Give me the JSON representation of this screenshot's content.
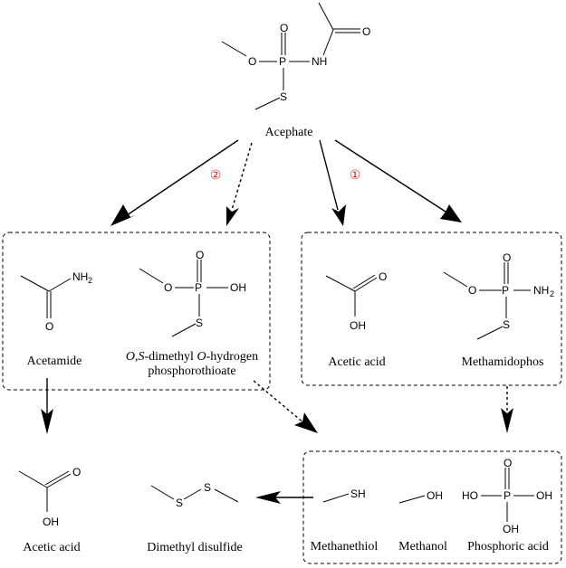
{
  "diagram": {
    "type": "chemical-degradation-pathway",
    "parent": {
      "name": "Acephate",
      "atoms": {
        "o_ester": "O",
        "p": "P",
        "o_double": "O",
        "nh": "NH",
        "s": "S",
        "o_carbonyl": "O"
      }
    },
    "pathway_markers": {
      "path1": "①",
      "path2": "②",
      "color": "#e02020"
    },
    "groups": {
      "path2_products": {
        "compounds": [
          {
            "name": "Acetamide",
            "atoms": {
              "nh2": "NH",
              "nh2_sub": "2",
              "o": "O"
            }
          },
          {
            "name_parts": [
              "O",
              ",",
              "S",
              "-dimethyl ",
              "O",
              "-hydrogen"
            ],
            "name_line2": "phosphorothioate",
            "atoms": {
              "o_ester": "O",
              "p": "P",
              "oh": "OH",
              "o_double": "O",
              "s": "S"
            }
          }
        ]
      },
      "path1_products": {
        "compounds": [
          {
            "name": "Acetic acid",
            "atoms": {
              "o": "O",
              "oh": "OH"
            }
          },
          {
            "name": "Methamidophos",
            "atoms": {
              "o_ester": "O",
              "p": "P",
              "nh2": "NH",
              "nh2_sub": "2",
              "o_double": "O",
              "s": "S"
            }
          }
        ]
      },
      "final_products": {
        "compounds": [
          {
            "name": "Methanethiol",
            "atoms": {
              "sh": "SH"
            }
          },
          {
            "name": "Methanol",
            "atoms": {
              "oh": "OH"
            }
          },
          {
            "name": "Phosphoric acid",
            "atoms": {
              "ho": "HO",
              "p": "P",
              "oh_right": "OH",
              "oh_bottom": "OH",
              "o_double": "O"
            }
          }
        ]
      }
    },
    "standalone": [
      {
        "name": "Acetic acid",
        "atoms": {
          "o": "O",
          "oh": "OH"
        }
      },
      {
        "name": "Dimethyl disulfide",
        "atoms": {
          "s1": "S",
          "s2": "S"
        }
      }
    ],
    "edges": [
      {
        "from": "Acephate",
        "to": "Acetamide",
        "style": "solid",
        "pathway": "2"
      },
      {
        "from": "Acephate",
        "to": "O,S-dimethyl O-hydrogen phosphorothioate",
        "style": "dotted",
        "pathway": "2"
      },
      {
        "from": "Acephate",
        "to": "Acetic acid",
        "style": "solid",
        "pathway": "1"
      },
      {
        "from": "Acephate",
        "to": "Methamidophos",
        "style": "solid",
        "pathway": "1"
      },
      {
        "from": "Acetamide",
        "to": "Acetic acid",
        "style": "solid"
      },
      {
        "from": "O,S-dimethyl O-hydrogen phosphorothioate",
        "to": "final_products",
        "style": "dotted"
      },
      {
        "from": "Methamidophos",
        "to": "final_products",
        "style": "dotted"
      },
      {
        "from": "Methanethiol",
        "to": "Dimethyl disulfide",
        "style": "solid"
      }
    ]
  }
}
